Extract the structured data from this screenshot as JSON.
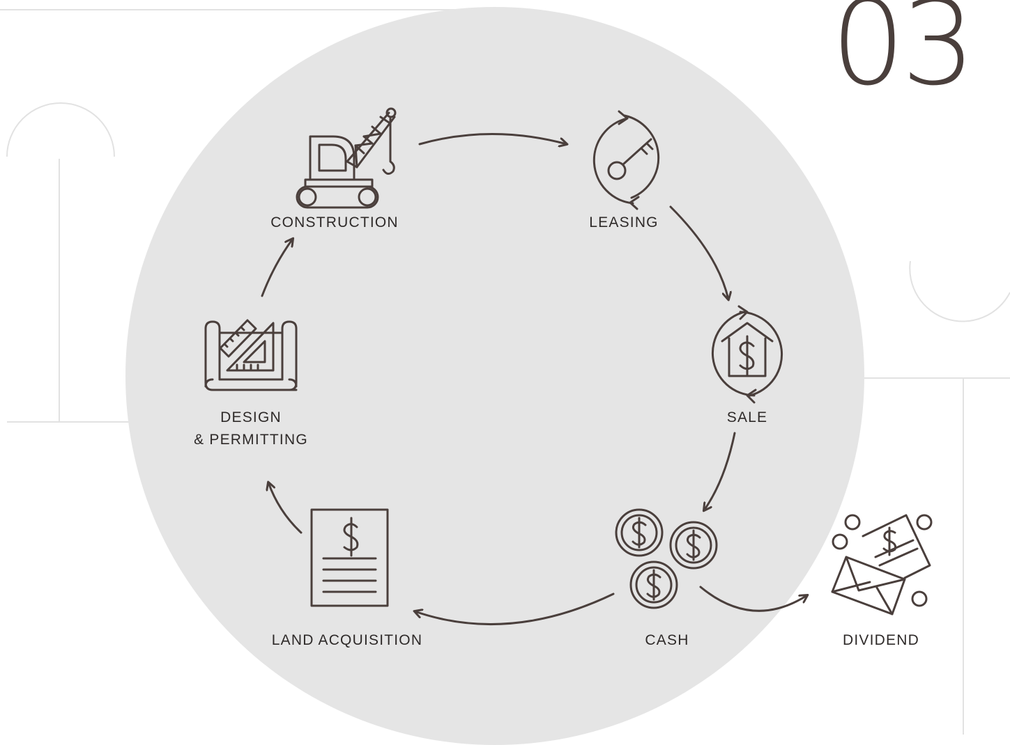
{
  "page": {
    "number": "03"
  },
  "colors": {
    "stroke": "#4a3f3c",
    "circle_fill": "#e5e5e5",
    "decor_lines": "#e2e2e2",
    "text": "#2e2a29"
  },
  "stages": {
    "construction": {
      "label": "CONSTRUCTION",
      "icon": "crane-icon"
    },
    "leasing": {
      "label": "LEASING",
      "icon": "key-cycle-icon"
    },
    "sale": {
      "label": "SALE",
      "icon": "house-dollar-cycle-icon"
    },
    "cash": {
      "label": "CASH",
      "icon": "coins-icon"
    },
    "dividend": {
      "label": "DIVIDEND",
      "icon": "envelope-check-icon"
    },
    "land_acquisition": {
      "label": "LAND ACQUISITION",
      "icon": "document-dollar-icon"
    },
    "design": {
      "label_line1": "DESIGN",
      "label_line2": "& PERMITTING",
      "icon": "blueprint-icon"
    }
  },
  "flow": [
    "land_acquisition",
    "design",
    "construction",
    "leasing",
    "sale",
    "cash",
    "land_acquisition"
  ],
  "branch": [
    "cash",
    "dividend"
  ]
}
